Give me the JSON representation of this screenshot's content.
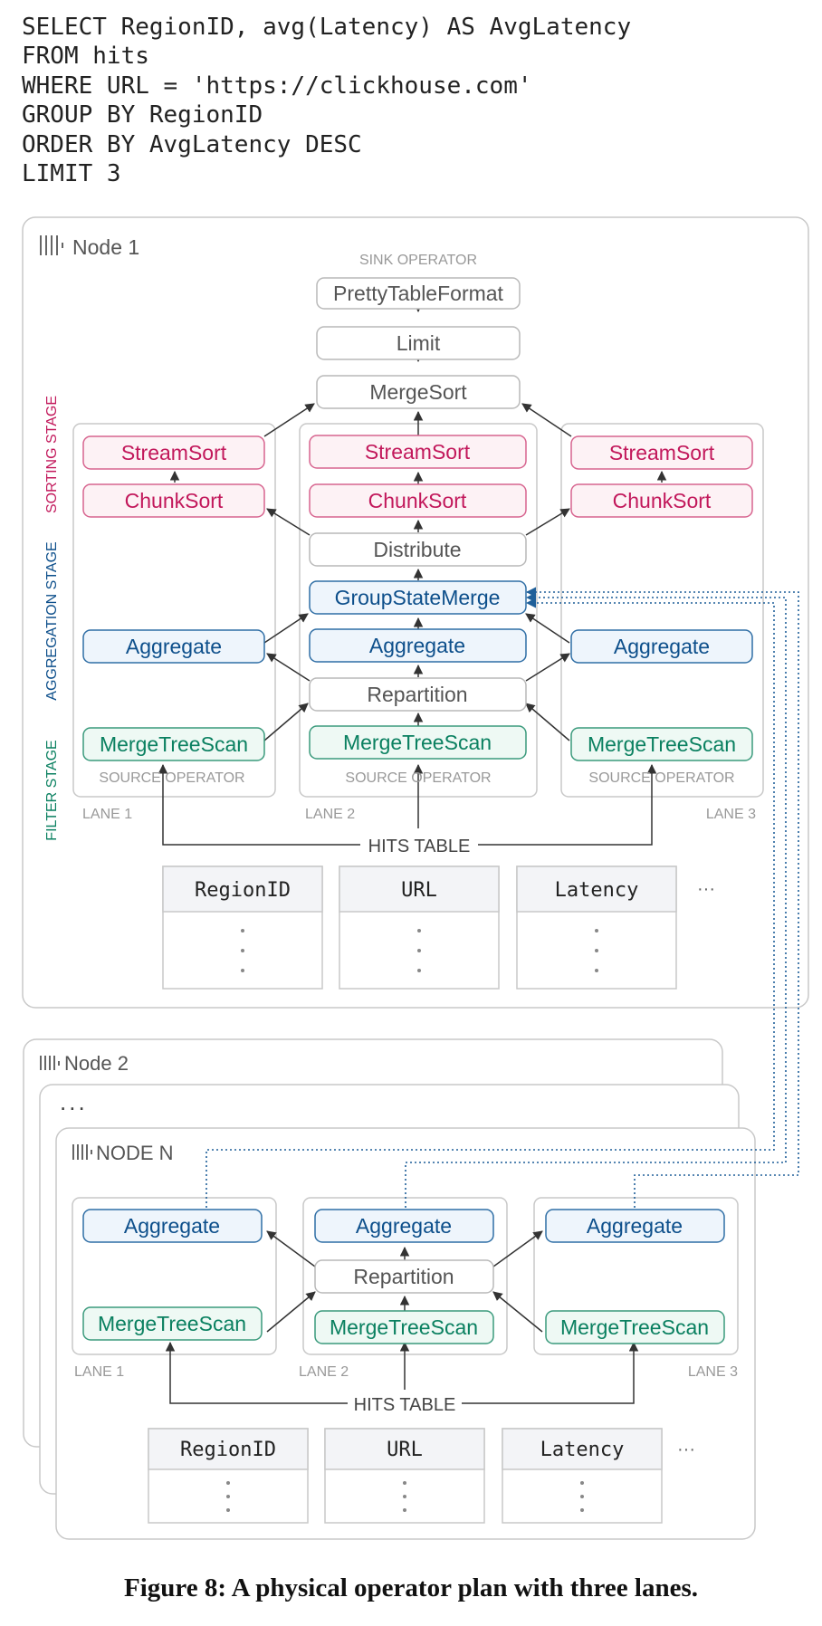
{
  "sql": [
    "SELECT RegionID, avg(Latency) AS AvgLatency",
    "FROM hits",
    "WHERE URL = 'https://clickhouse.com'",
    "GROUP BY RegionID",
    "ORDER BY AvgLatency DESC",
    "LIMIT 3"
  ],
  "colors": {
    "pink_text": "#c2185b",
    "pink_fill": "#fdf2f5",
    "pink_stroke": "#d7648f",
    "blue_text": "#0d4f8b",
    "blue_fill": "#eef5fc",
    "blue_stroke": "#2f6ea5",
    "green_text": "#0a8060",
    "green_fill": "#eef9f4",
    "green_stroke": "#3a9a7c",
    "gray_text": "#555555",
    "gray_stroke": "#b9b9b9",
    "arrow": "#333333",
    "dotted_link": "#1f5f99"
  },
  "node1": {
    "title": "Node 1",
    "sink_label": "SINK OPERATOR",
    "stages": {
      "sorting": "SORTING STAGE",
      "aggregation": "AGGREGATION STAGE",
      "filter": "FILTER STAGE"
    },
    "top_ops": [
      "PrettyTableFormat",
      "Limit",
      "MergeSort"
    ],
    "lanes": [
      {
        "label": "LANE 1",
        "source_label": "SOURCE OPERATOR",
        "ops": {
          "stream": "StreamSort",
          "chunk": "ChunkSort",
          "agg": "Aggregate",
          "scan": "MergeTreeScan"
        }
      },
      {
        "label": "LANE 2",
        "source_label": "SOURCE OPERATOR",
        "ops": {
          "stream": "StreamSort",
          "chunk": "ChunkSort",
          "distribute": "Distribute",
          "merge": "GroupStateMerge",
          "agg": "Aggregate",
          "repartition": "Repartition",
          "scan": "MergeTreeScan"
        }
      },
      {
        "label": "LANE 3",
        "source_label": "SOURCE OPERATOR",
        "ops": {
          "stream": "StreamSort",
          "chunk": "ChunkSort",
          "agg": "Aggregate",
          "scan": "MergeTreeScan"
        }
      }
    ],
    "table_label": "HITS TABLE",
    "columns": [
      "RegionID",
      "URL",
      "Latency"
    ],
    "more_columns": "···"
  },
  "node2": {
    "title": "Node 2"
  },
  "ellipsis": "...",
  "nodeN": {
    "title": "NODE N",
    "lanes": [
      {
        "label": "LANE 1",
        "ops": {
          "agg": "Aggregate",
          "scan": "MergeTreeScan"
        }
      },
      {
        "label": "LANE 2",
        "ops": {
          "agg": "Aggregate",
          "repartition": "Repartition",
          "scan": "MergeTreeScan"
        }
      },
      {
        "label": "LANE 3",
        "ops": {
          "agg": "Aggregate",
          "scan": "MergeTreeScan"
        }
      }
    ],
    "table_label": "HITS TABLE",
    "columns": [
      "RegionID",
      "URL",
      "Latency"
    ],
    "more_columns": "···"
  },
  "caption": "Figure 8: A physical operator plan with three lanes."
}
